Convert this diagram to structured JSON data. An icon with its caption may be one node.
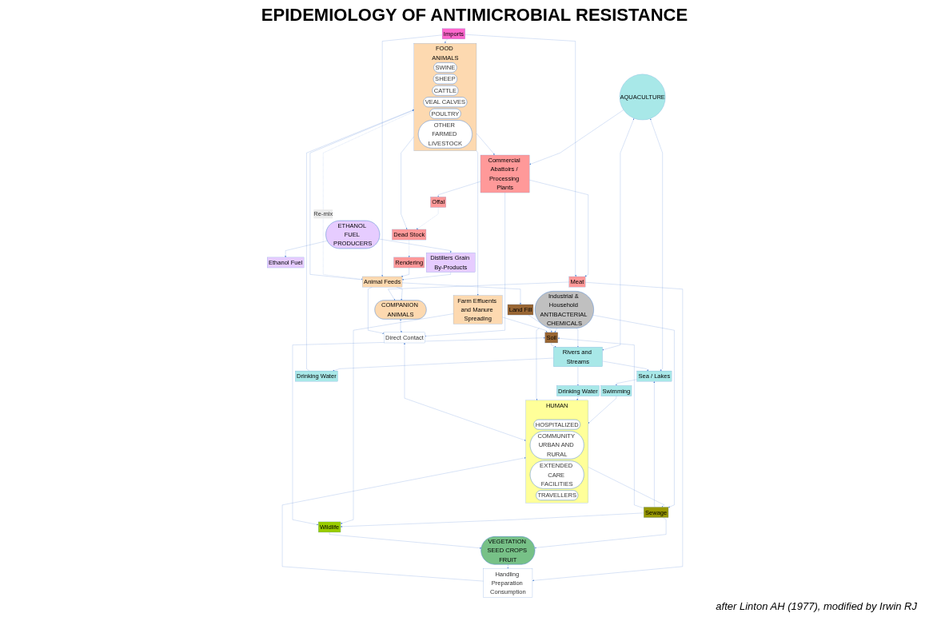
{
  "diagram": {
    "title": "EPIDEMIOLOGY OF ANTIMICROBIAL RESISTANCE",
    "caption": "after Linton AH (1977),  modified by Irwin RJ",
    "nodes": [
      {
        "text": [
          "Ethanol Fuel"
        ]
      },
      {
        "text": [
          "ETHANOL FUEL PRODUCERS"
        ]
      },
      {
        "text": [
          "Distillers Grain By-Products"
        ]
      },
      {
        "text": [
          "AQUACULTURE"
        ]
      },
      {
        "text": [
          "Sea / Lakes"
        ]
      },
      {
        "text": [
          "Swimming"
        ]
      },
      {
        "text": [
          "Drinking Water"
        ]
      },
      {
        "text": [
          "Drinking Water"
        ]
      },
      {
        "text": [
          "Rivers and Streams"
        ]
      },
      {
        "text": [
          "Industrial & Household ANTIBACTERIAL CHEMICALS"
        ]
      },
      {
        "text": [
          "Land Fill"
        ]
      },
      {
        "text": [
          "Soil"
        ]
      },
      {
        "text": [
          "Farm Effluents and Manure Spreading"
        ]
      },
      {
        "text": [
          "Sewage"
        ]
      },
      {
        "text": [
          "Wildlife"
        ]
      },
      {
        "text": [
          "Rendering"
        ]
      },
      {
        "text": [
          "Dead Stock"
        ]
      },
      {
        "text": [
          "Offal"
        ]
      },
      {
        "text": [
          "VEGETATION SEED CROPS FRUIT"
        ]
      },
      {
        "text": [
          "HUMAN"
        ]
      },
      {
        "text": [
          "HOSPITALIZED"
        ],
        "in": 19
      },
      {
        "text": [
          "COMMUNITY URBAN AND RURAL"
        ],
        "in": 19
      },
      {
        "text": [
          "EXTENDED CARE FACILITIES"
        ],
        "in": 19
      },
      {
        "text": [
          "TRAVELLERS"
        ],
        "in": 19
      },
      {
        "text": [
          "Animal Feeds"
        ]
      },
      {
        "text": [
          "FOOD ANIMALS"
        ]
      },
      {
        "text": [
          "SWINE"
        ],
        "in": 25
      },
      {
        "text": [
          "SHEEP"
        ],
        "in": 25
      },
      {
        "text": [
          "CATTLE"
        ],
        "in": 25
      },
      {
        "text": [
          "VEAL CALVES"
        ],
        "in": 25
      },
      {
        "text": [
          "POULTRY"
        ],
        "in": 25
      },
      {
        "text": [
          "OTHER FARMED LIVESTOCK"
        ],
        "in": 25
      },
      {
        "text": [
          "Commercial Abattoirs / Processing Plants"
        ]
      },
      {
        "text": [
          "Meat"
        ]
      },
      {
        "text": [
          "Handling Preparation Consumption"
        ]
      },
      {
        "text": [
          "COMPANION ANIMALS"
        ]
      },
      {
        "text": [
          "Direct Contact"
        ]
      },
      {
        "text": [
          "Imports"
        ]
      }
    ],
    "edges": [
      {
        "from": 1,
        "to": 0,
        "arrow": "to"
      },
      {
        "from": 1,
        "to": 2,
        "arrow": "to"
      },
      {
        "from": 2,
        "to": 24,
        "arrow": "to"
      },
      {
        "from": 3,
        "to": 4,
        "arrow": "both"
      },
      {
        "from": 3,
        "to": 8,
        "arrow": "both"
      },
      {
        "from": 4,
        "to": 5,
        "arrow": "to"
      },
      {
        "from": 8,
        "to": 4,
        "arrow": "to"
      },
      {
        "from": 8,
        "to": 6,
        "arrow": "to"
      },
      {
        "from": 8,
        "to": 7,
        "arrow": "to"
      },
      {
        "from": 7,
        "to": 25,
        "arrow": "to"
      },
      {
        "from": 5,
        "to": 19,
        "arrow": "to"
      },
      {
        "from": 6,
        "to": 19,
        "arrow": "to"
      },
      {
        "from": 9,
        "to": 8,
        "arrow": "to"
      },
      {
        "from": 9,
        "to": 11,
        "arrow": "to"
      },
      {
        "from": 9,
        "to": 13,
        "arrow": "to"
      },
      {
        "from": 9,
        "to": 19,
        "arrow": "to"
      },
      {
        "from": 19,
        "to": 13,
        "arrow": "to"
      },
      {
        "from": 13,
        "to": 4,
        "arrow": "to"
      },
      {
        "from": 13,
        "to": 11,
        "arrow": "to"
      },
      {
        "from": 13,
        "to": 14,
        "arrow": "to"
      },
      {
        "from": 13,
        "to": 18,
        "arrow": "to"
      },
      {
        "from": 11,
        "to": 8,
        "arrow": "to"
      },
      {
        "from": 14,
        "to": 11,
        "arrow": "both"
      },
      {
        "from": 10,
        "to": 11,
        "arrow": "to"
      },
      {
        "from": 12,
        "to": 11,
        "arrow": "to"
      },
      {
        "from": 12,
        "to": 14,
        "arrow": "to"
      },
      {
        "from": 14,
        "to": 18,
        "arrow": "to"
      },
      {
        "from": 24,
        "to": 10,
        "arrow": "to"
      },
      {
        "from": 16,
        "to": 15,
        "arrow": "to",
        "style": "dashed"
      },
      {
        "from": 17,
        "to": 16,
        "arrow": "to",
        "style": "dashed"
      },
      {
        "from": 15,
        "to": 24,
        "arrow": "to"
      },
      {
        "from": 25,
        "to": 16,
        "arrow": "to"
      },
      {
        "from": 25,
        "to": 12,
        "arrow": "to"
      },
      {
        "from": 32,
        "to": 17,
        "arrow": "to"
      },
      {
        "from": 3,
        "to": 32,
        "arrow": "to"
      },
      {
        "from": 24,
        "to": 25,
        "arrow": "to"
      },
      {
        "from": 25,
        "to": 24,
        "label": "Re-mix",
        "arrow": "to",
        "style": "dashed"
      },
      {
        "from": 24,
        "to": 35,
        "arrow": "to"
      },
      {
        "from": 25,
        "to": 32,
        "arrow": "to"
      },
      {
        "from": 32,
        "to": 33,
        "arrow": "to"
      },
      {
        "from": 32,
        "to": 36,
        "arrow": "to"
      },
      {
        "from": 33,
        "to": 34,
        "arrow": "to"
      },
      {
        "from": 33,
        "to": 35,
        "arrow": "to"
      },
      {
        "from": 18,
        "to": 34,
        "arrow": "to"
      },
      {
        "from": 34,
        "to": 19,
        "arrow": "to"
      },
      {
        "from": 35,
        "to": 36,
        "arrow": "both"
      },
      {
        "from": 24,
        "to": 36,
        "arrow": "to"
      },
      {
        "from": 36,
        "to": 19,
        "arrow": "both"
      },
      {
        "from": 37,
        "to": 24,
        "arrow": "to"
      },
      {
        "from": 37,
        "to": 25,
        "arrow": "to"
      },
      {
        "from": 37,
        "to": 33,
        "arrow": "to"
      }
    ]
  }
}
